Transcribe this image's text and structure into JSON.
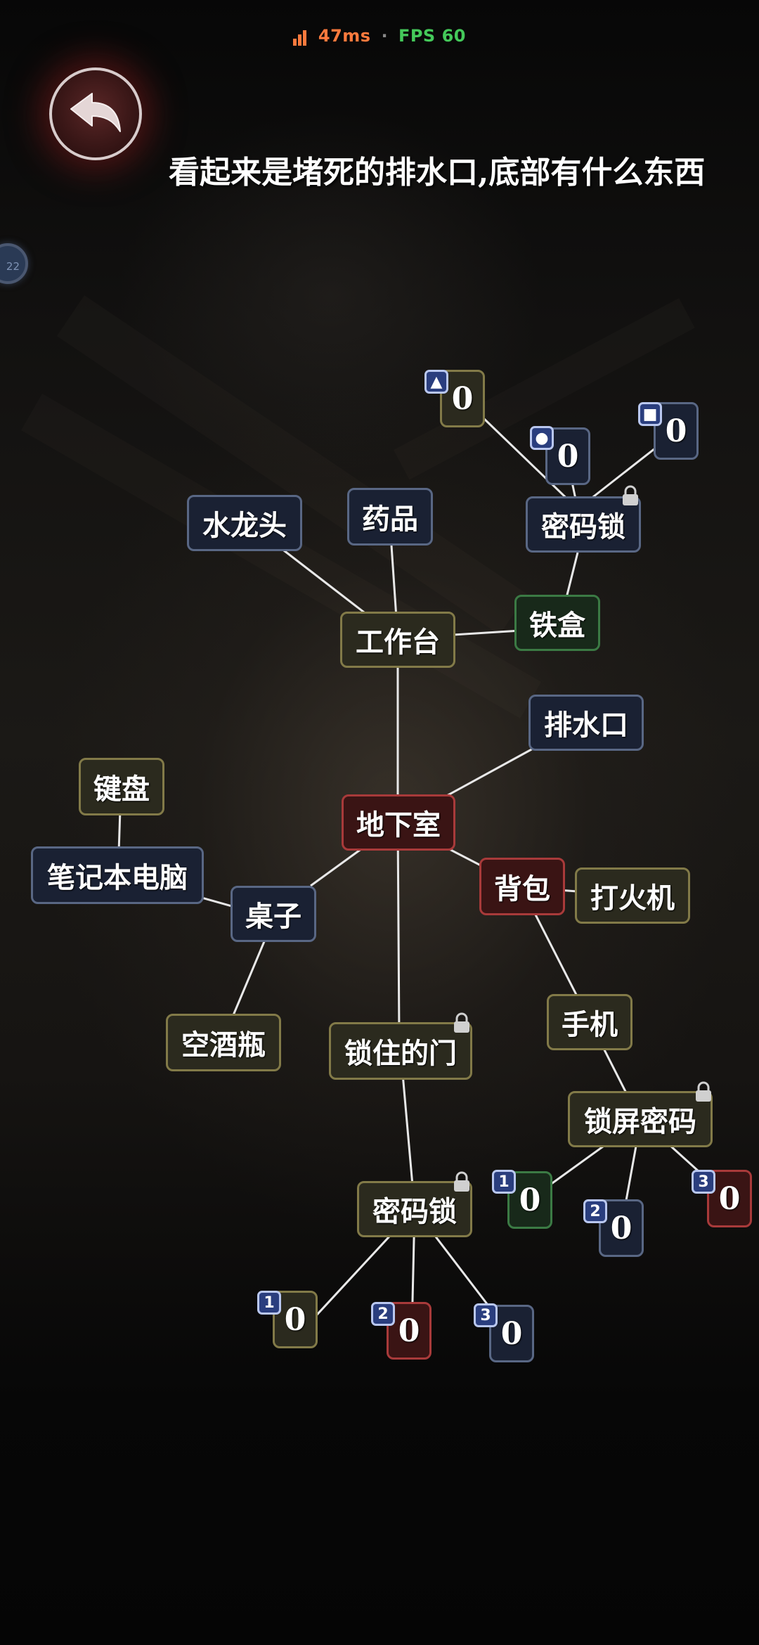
{
  "status": {
    "ping": "47ms",
    "separator": "·",
    "fps": "FPS 60"
  },
  "hint": "看起来是堵死的排水口,底部有什么东西",
  "side_badge": "22",
  "nodes": {
    "basement": "地下室",
    "workbench": "工作台",
    "faucet": "水龙头",
    "medicine": "药品",
    "iron_box": "铁盒",
    "code_lock_top": "密码锁",
    "drain": "排水口",
    "keyboard": "键盘",
    "laptop": "笔记本电脑",
    "desk": "桌子",
    "empty_bottle": "空酒瓶",
    "locked_door": "锁住的门",
    "code_lock_door": "密码锁",
    "backpack": "背包",
    "lighter": "打火机",
    "phone": "手机",
    "lockscreen_password": "锁屏密码"
  },
  "top_lock_digits": [
    {
      "symbol": "▲",
      "value": "0"
    },
    {
      "symbol": "●",
      "value": "0"
    },
    {
      "symbol": "■",
      "value": "0"
    }
  ],
  "phone_lock_digits": [
    {
      "index": "1",
      "value": "0"
    },
    {
      "index": "2",
      "value": "0"
    },
    {
      "index": "3",
      "value": "0"
    }
  ],
  "door_lock_digits": [
    {
      "index": "1",
      "value": "0"
    },
    {
      "index": "2",
      "value": "0"
    },
    {
      "index": "3",
      "value": "0"
    }
  ],
  "colors": {
    "olive_border": "#827a48",
    "navy_border": "#596784",
    "red_border": "#a83a3a",
    "green_border": "#3b7a44",
    "index_badge": "#2a3e7e",
    "ping": "#ff7a3d",
    "fps": "#44c95a"
  }
}
